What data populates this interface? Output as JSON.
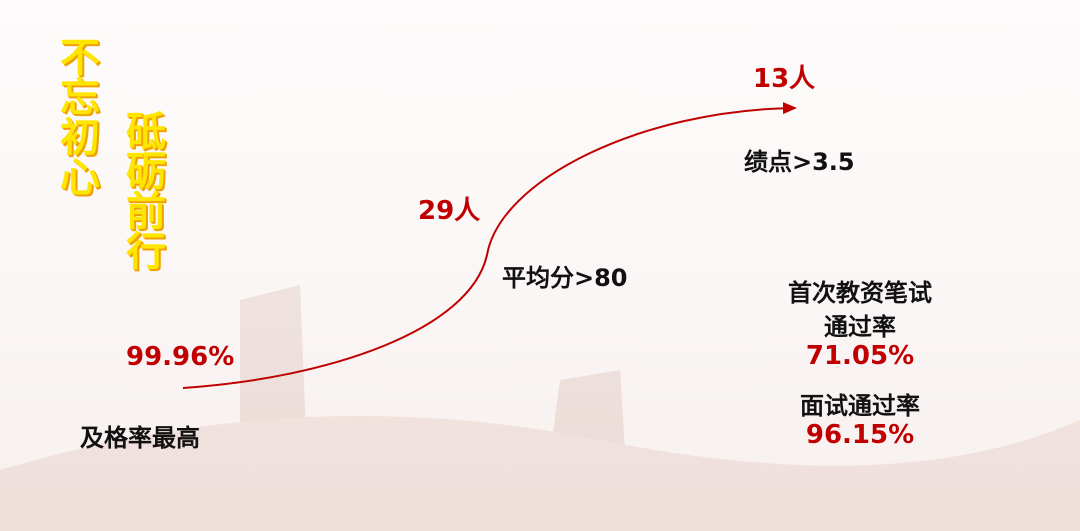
{
  "slogans": {
    "left": "不忘初心",
    "right": "砥砺前行"
  },
  "stages": [
    {
      "value": "99.96%",
      "label": "及格率最高"
    },
    {
      "value": "29人",
      "label": "平均分>80"
    },
    {
      "value": "13人",
      "label": "绩点>3.5"
    }
  ],
  "exam": {
    "written_label_line1": "首次教资笔试",
    "written_label_line2": "通过率",
    "written_rate": "71.05%",
    "interview_label": "面试通过率",
    "interview_rate": "96.15%"
  },
  "colors": {
    "accent": "#c00000",
    "slogan": "#ffe600"
  }
}
